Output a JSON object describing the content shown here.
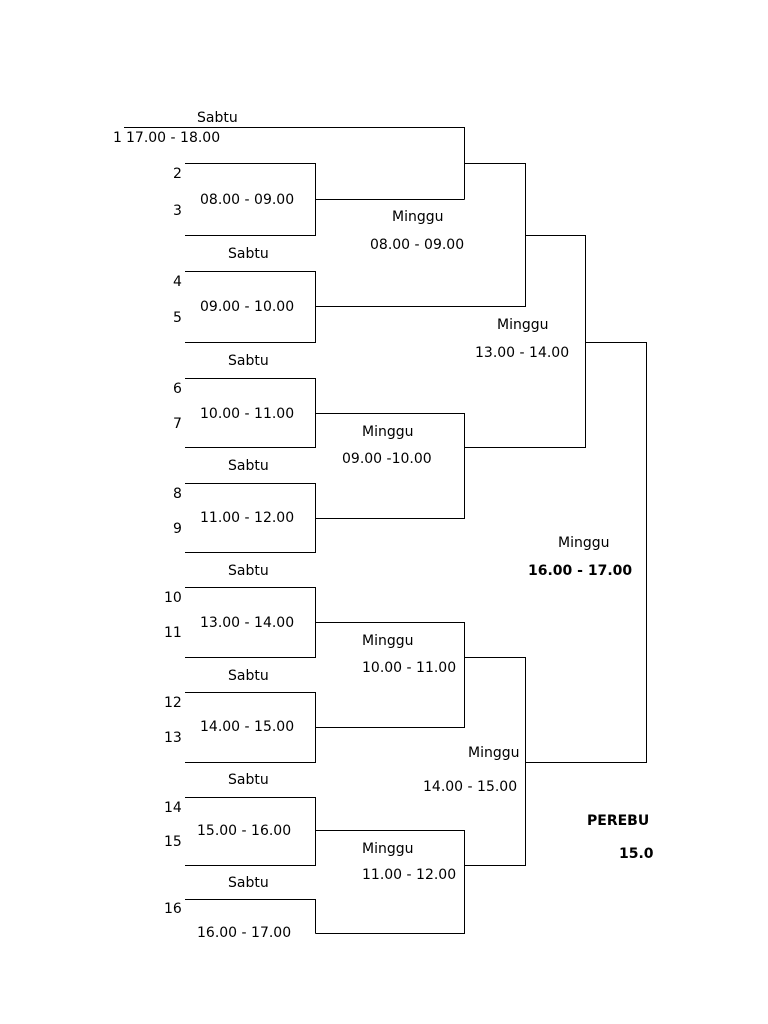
{
  "bracket": {
    "match0": {
      "day": "Sabtu",
      "seed": "1",
      "time": "17.00 - 18.00"
    },
    "round1": [
      {
        "day": "",
        "seeds": [
          "2",
          "3"
        ],
        "time": "08.00 - 09.00"
      },
      {
        "day": "Sabtu",
        "seeds": [
          "4",
          "5"
        ],
        "time": "09.00 - 10.00"
      },
      {
        "day": "Sabtu",
        "seeds": [
          "6",
          "7"
        ],
        "time": "10.00 - 11.00"
      },
      {
        "day": "Sabtu",
        "seeds": [
          "8",
          "9"
        ],
        "time": "11.00 - 12.00"
      },
      {
        "day": "Sabtu",
        "seeds": [
          "10",
          "11"
        ],
        "time": "13.00 - 14.00"
      },
      {
        "day": "Sabtu",
        "seeds": [
          "12",
          "13"
        ],
        "time": "14.00 - 15.00"
      },
      {
        "day": "Sabtu",
        "seeds": [
          "14",
          "15"
        ],
        "time": "15.00 - 16.00"
      },
      {
        "day": "Sabtu",
        "seeds": [
          "16"
        ],
        "time": "16.00 - 17.00"
      }
    ],
    "round2": [
      {
        "day": "Minggu",
        "time": "08.00 - 09.00"
      },
      {
        "day": "Minggu",
        "time": "09.00 -10.00"
      },
      {
        "day": "Minggu",
        "time": "10.00 - 11.00"
      },
      {
        "day": "Minggu",
        "time": "11.00 - 12.00"
      }
    ],
    "round3": [
      {
        "day": "Minggu",
        "time": "13.00 - 14.00"
      },
      {
        "day": "Minggu",
        "time": "14.00 - 15.00"
      }
    ],
    "final": {
      "day": "Minggu",
      "time": "16.00 - 17.00"
    },
    "third_place": {
      "label": "PEREBU",
      "time": "15.0"
    }
  }
}
